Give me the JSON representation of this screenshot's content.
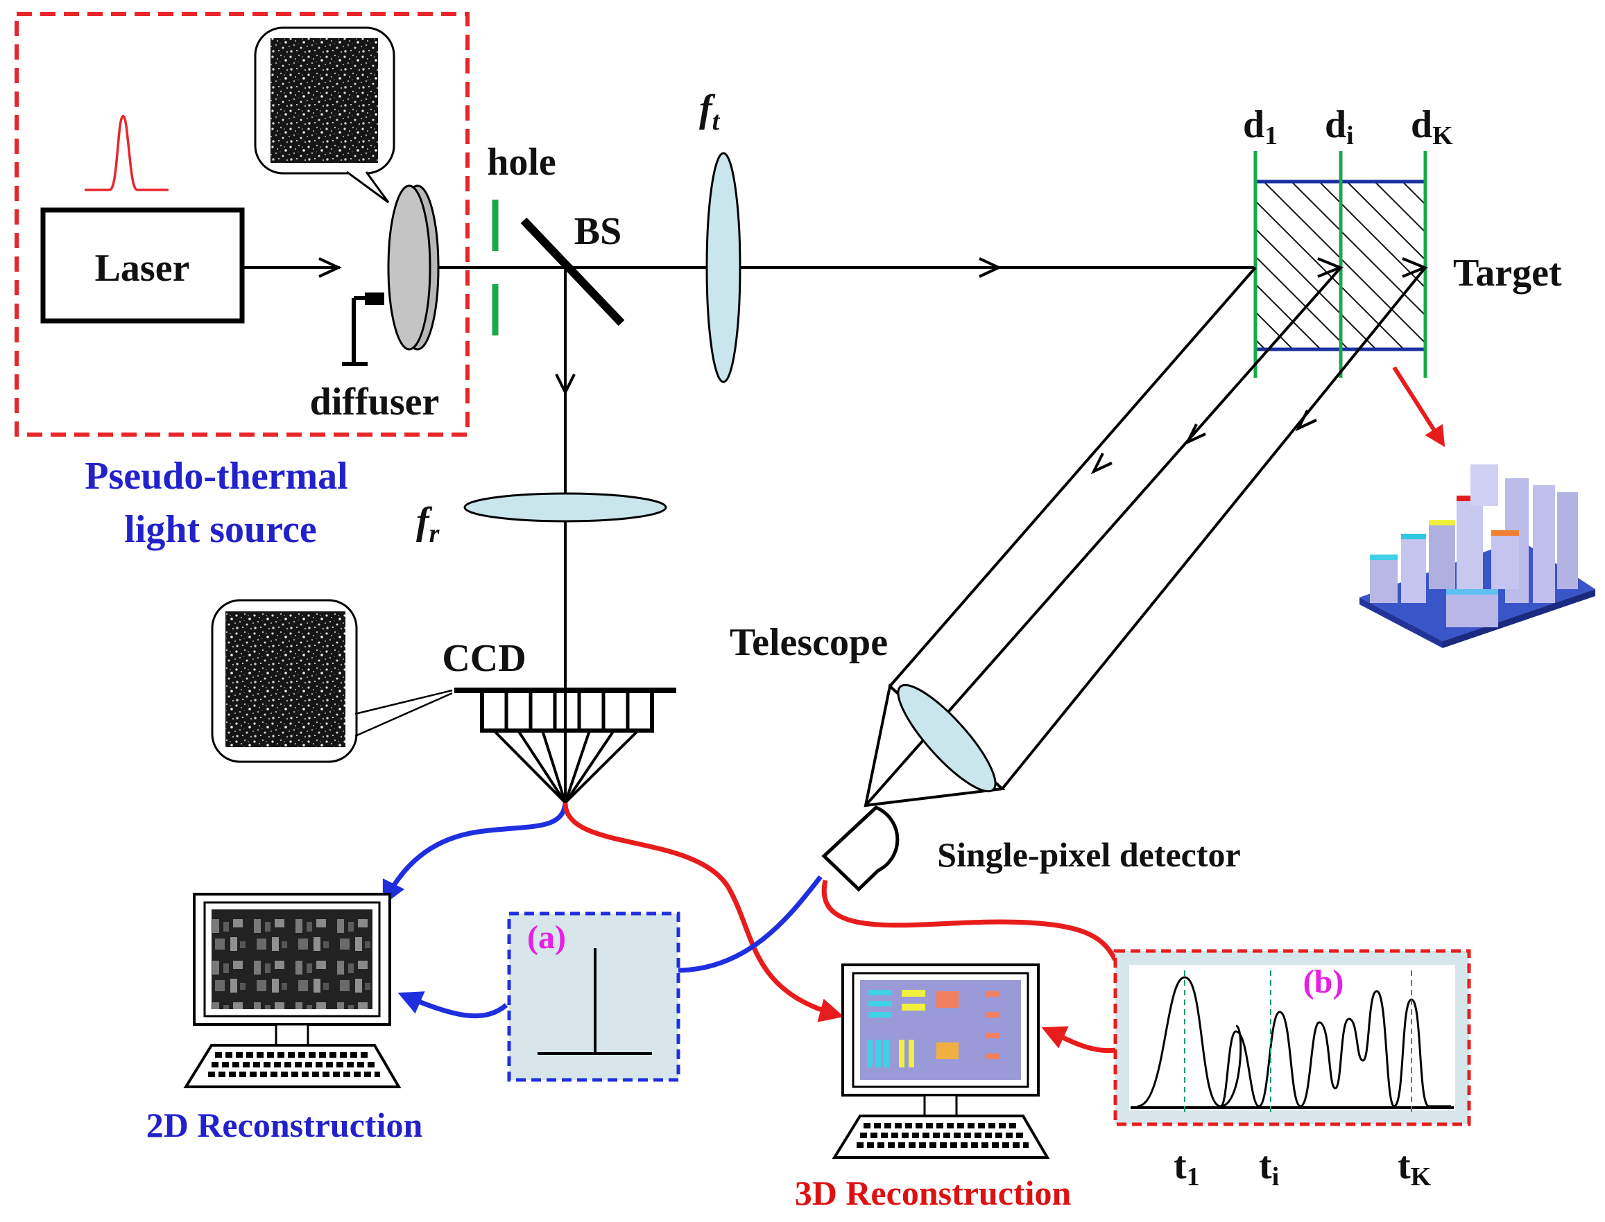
{
  "labels": {
    "laser": "Laser",
    "diffuser": "diffuser",
    "hole": "hole",
    "bs": "BS",
    "ft_main": "f",
    "ft_sub": "t",
    "fr_main": "f",
    "fr_sub": "r",
    "ccd": "CCD",
    "telescope": "Telescope",
    "single_pixel_detector": "Single-pixel detector",
    "target": "Target",
    "pseudo_thermal_line1": "Pseudo-thermal",
    "pseudo_thermal_line2": "light source",
    "recon_2d": "2D Reconstruction",
    "recon_3d": "3D Reconstruction",
    "panel_a": "(a)",
    "panel_b": "(b)",
    "d1_main": "d",
    "d1_sub": "1",
    "di_main": "d",
    "di_sub": "i",
    "dk_main": "d",
    "dk_sub": "K",
    "t1_main": "t",
    "t1_sub": "1",
    "ti_main": "t",
    "ti_sub": "i",
    "tk_main": "t",
    "tk_sub": "K"
  },
  "colors": {
    "source_box": "#e8262a",
    "pseudo_thermal_text": "#2222cc",
    "recon_2d_text": "#2222cc",
    "recon_3d_text": "#dd1111",
    "blue_cable": "#1f2fe0",
    "red_cable": "#e81c1c",
    "hole_plates": "#1aa84a",
    "lens_fill": "#c9e6ec",
    "panel_a_label": "#e61ee6",
    "panel_b_label": "#e61ee6"
  }
}
